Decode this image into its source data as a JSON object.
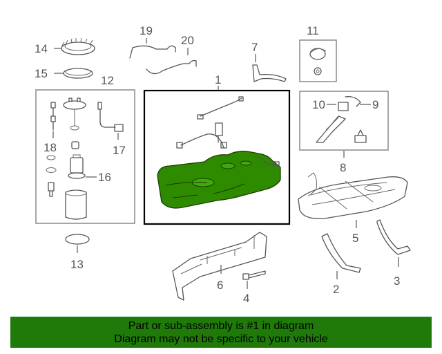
{
  "callouts": {
    "c1": "1",
    "c2": "2",
    "c3": "3",
    "c4": "4",
    "c5": "5",
    "c6": "6",
    "c7": "7",
    "c8": "8",
    "c9": "9",
    "c10": "10",
    "c11": "11",
    "c12": "12",
    "c13": "13",
    "c14": "14",
    "c15": "15",
    "c16": "16",
    "c17": "17",
    "c18": "18",
    "c19": "19",
    "c20": "20"
  },
  "banner": {
    "line1": "Part or sub-assembly is #1 in diagram",
    "line2": "Diagram may not be specific to your vehicle"
  },
  "colors": {
    "highlight": "#1f7a0a",
    "tank": "#2e8b00",
    "line": "#555555"
  }
}
